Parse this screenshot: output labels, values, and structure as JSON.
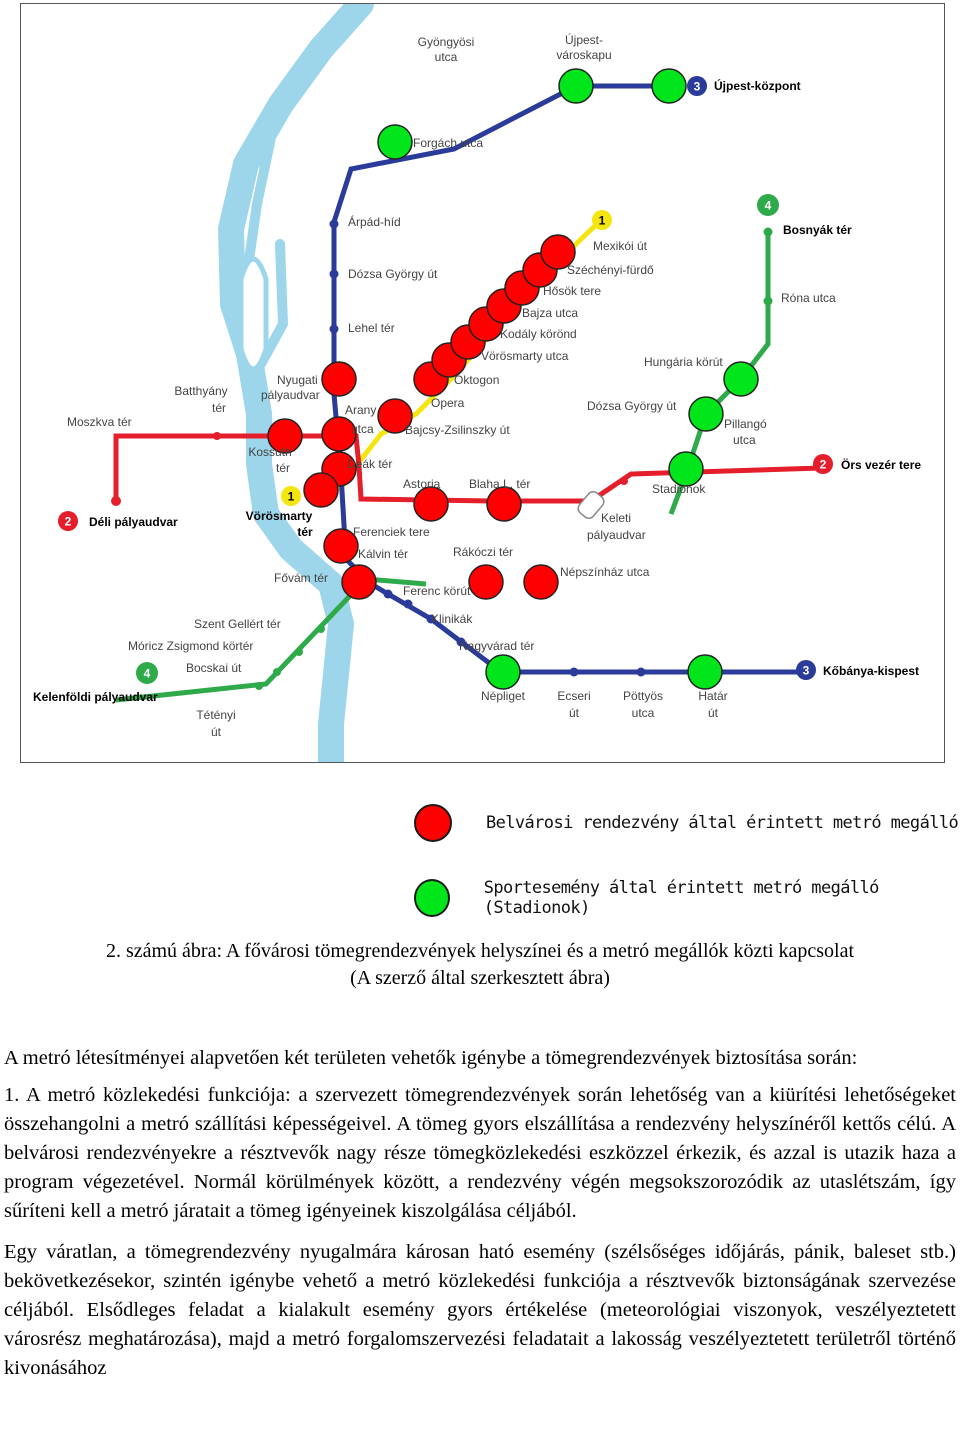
{
  "map": {
    "stations": {
      "gyongyosi": [
        "Gyöngyösi",
        "utca"
      ],
      "ujpest_varoskapu": [
        "Újpest-",
        "városkapu"
      ],
      "ujpest_kozpont": "Újpest-központ",
      "forgach": "Forgách utca",
      "arpad_hid": "Árpád-híd",
      "dozsa_gyorgy_ut": "Dózsa György út",
      "lehel_ter": "Lehel tér",
      "nyugati": [
        "Nyugati",
        "pályaudvar"
      ],
      "batthyany": [
        "Batthyány",
        "tér"
      ],
      "moszkva": "Moszkva tér",
      "arany": [
        "Arany",
        "utca"
      ],
      "kossuth": [
        "Kossuth",
        "tér"
      ],
      "deak": "Deák tér",
      "vorosmarty_ter": [
        "Vörösmarty",
        "tér"
      ],
      "deli": "Déli pályaudvar",
      "ferenciek": "Ferenciek tere",
      "kalvin": "Kálvin tér",
      "fovam": "Fővám tér",
      "szent_gellert": "Szent Gellért tér",
      "moricz": "Móricz Zsigmond körtér",
      "bocskai": "Bocskai út",
      "kelenfoldi": "Kelenföldi pályaudvar",
      "tetenyi": [
        "Tétényi",
        "út"
      ],
      "mexikoi": "Mexikói út",
      "szechenyi": "Széchényi-fürdő",
      "hosok": "Hősök tere",
      "bajza": "Bajza utca",
      "kodaly": "Kodály körönd",
      "vorosmarty_utca": "Vörösmarty utca",
      "oktogon": "Oktogon",
      "opera": "Opera",
      "bajcsy": "Bajcsy-Zsilinszky út",
      "astoria": "Astoria",
      "blaha": "Blaha L. tér",
      "rakoczi": "Rákóczi tér",
      "ferenc_korut": "Ferenc körút",
      "klinikak": "Klinikák",
      "nagyvarad": "Nagyvárad tér",
      "nepliget": "Népliget",
      "ecseri": [
        "Ecseri",
        "út"
      ],
      "pottyos": [
        "Pöttyös",
        "utca"
      ],
      "hatar": [
        "Határ",
        "út"
      ],
      "kobanya": "Kőbánya-kispest",
      "keleti": [
        "Keleti",
        "pályaudvar"
      ],
      "nepszinhaz": "Népszínház utca",
      "stadionok": "Stadionok",
      "dozsa_gyorgy_ut_4": "Dózsa György út",
      "hungaria": "Hungária körút",
      "pillango": [
        "Pillangó",
        "utca"
      ],
      "ors_vezer": "Örs vezér tere",
      "bosnyak": "Bosnyák tér",
      "rona": "Róna utca"
    },
    "badges": {
      "m1": "1",
      "m2": "2",
      "m3": "3",
      "m4": "4"
    },
    "colors": {
      "m1": "#f5e50f",
      "m2": "#e41e2b",
      "m3": "#2b3b9a",
      "m4": "#2eaa4a",
      "river": "#9dd5eb",
      "stop_red": "#ff0000",
      "stop_green": "#00e61b"
    }
  },
  "legend": {
    "red": "Belvárosi rendezvény által érintett metró megálló",
    "green": "Sportesemény által érintett metró megálló (Stadionok)"
  },
  "caption": {
    "line1": "2. számú ábra: A fővárosi tömegrendezvények helyszínei és a metró megállók közti kapcsolat",
    "line2": "(A szerző által szerkesztett ábra)"
  },
  "body": {
    "p1": "A metró létesítményei alapvetően két területen vehetők igénybe a tömegrendezvények biztosítása során:",
    "p2": "1. A metró közlekedési funkciója: a szervezett tömegrendezvények során lehetőség van a kiürítési lehetőségeket összehangolni a metró szállítási képességeivel. A tömeg gyors elszállítása a rendezvény helyszínéről kettős célú. A belvárosi rendezvényekre a résztvevők nagy része tömegközlekedési eszközzel érkezik, és azzal is utazik haza a program végezetével. Normál körülmények között, a rendezvény végén megsokszorozódik az utaslétszám, így sűríteni kell a metró járatait a tömeg igényeinek kiszolgálása céljából.",
    "p3": "Egy váratlan, a tömegrendezvény nyugalmára károsan ható esemény (szélsőséges időjárás, pánik, baleset stb.) bekövetkezésekor, szintén igénybe vehető a metró közlekedési funkciója a résztvevők biztonságának szervezése céljából. Elsődleges feladat a kialakult esemény gyors értékelése (meteorológiai viszonyok, veszélyeztetett városrész meghatározása), majd a metró forgalomszervezési feladatait a lakosság veszélyeztetett területről történő kivonásához"
  }
}
